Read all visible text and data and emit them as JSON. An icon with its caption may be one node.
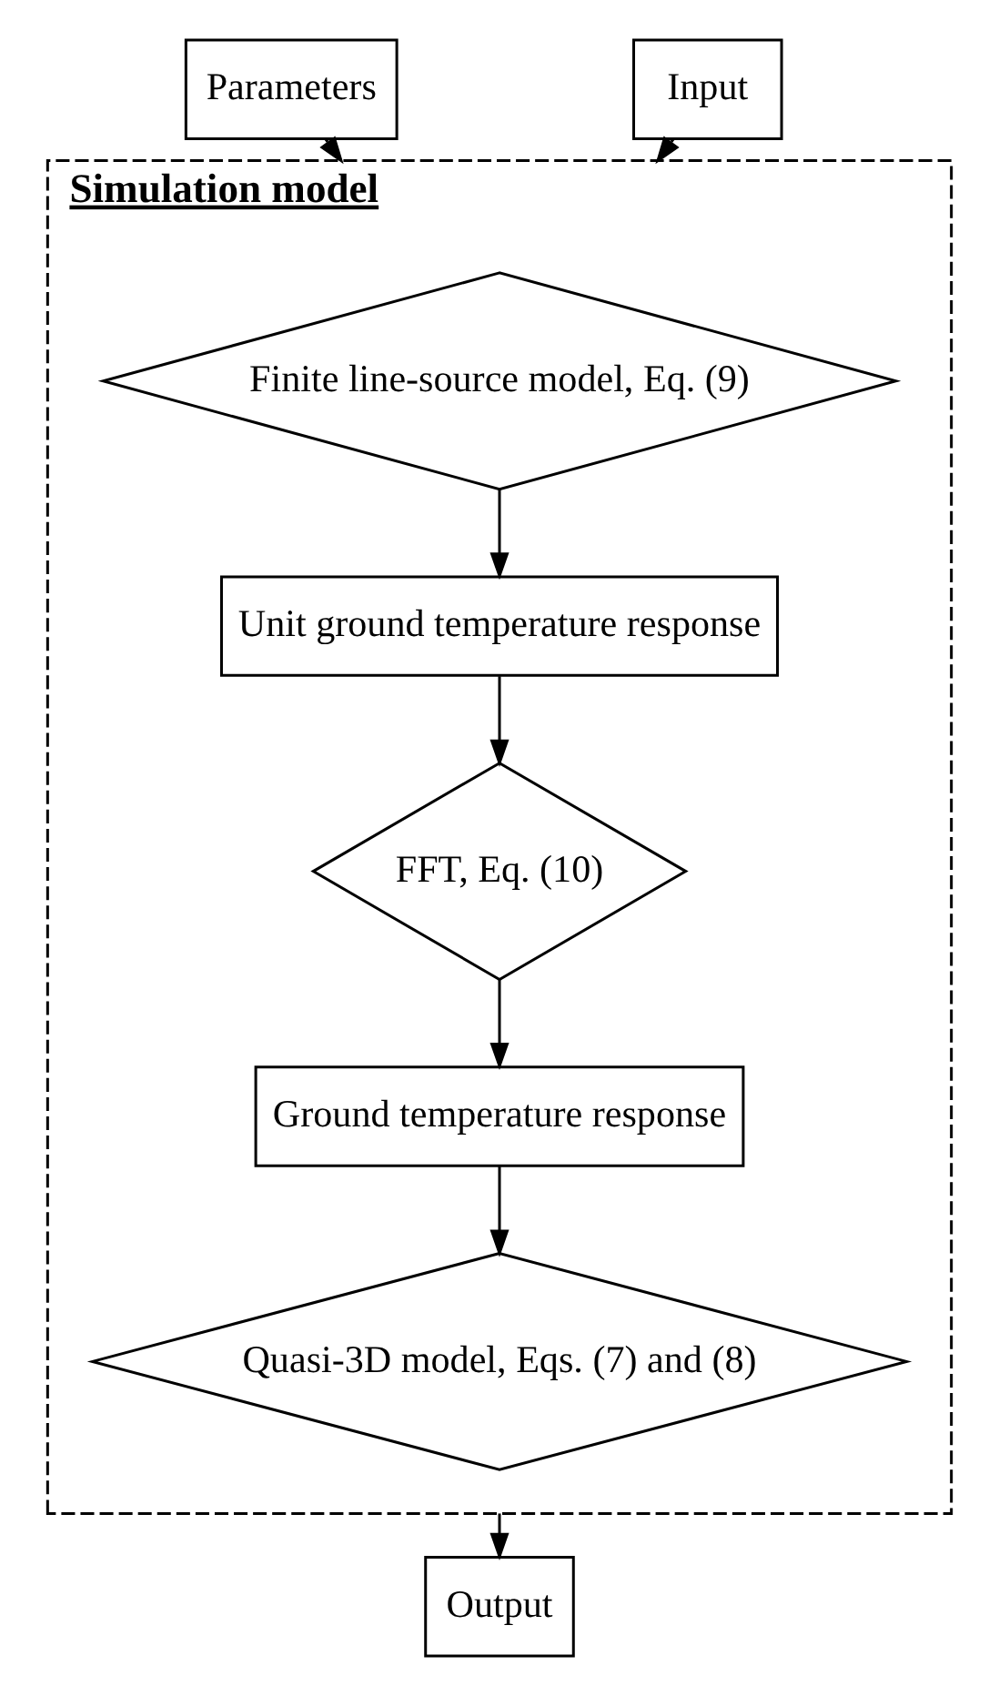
{
  "diagram": {
    "nodes": [
      {
        "text": [
          "Parameters"
        ]
      },
      {
        "text": [
          "Input"
        ]
      },
      {
        "text": [
          "Simulation model"
        ]
      },
      {
        "text": [
          "Finite line-source model, Eq. (9)"
        ],
        "in": 2
      },
      {
        "text": [
          "Unit ground temperature response"
        ],
        "in": 2
      },
      {
        "text": [
          "FFT, Eq. (10)"
        ],
        "in": 2
      },
      {
        "text": [
          "Ground temperature response"
        ],
        "in": 2
      },
      {
        "text": [
          "Quasi-3D model, Eqs. (7) and (8)"
        ],
        "in": 2
      },
      {
        "text": [
          "Output"
        ]
      }
    ],
    "edges": [
      {
        "from": 0,
        "to": 2,
        "arrow": "to"
      },
      {
        "from": 1,
        "to": 2,
        "arrow": "to"
      },
      {
        "from": 3,
        "to": 4,
        "arrow": "to"
      },
      {
        "from": 4,
        "to": 5,
        "arrow": "to"
      },
      {
        "from": 5,
        "to": 6,
        "arrow": "to"
      },
      {
        "from": 6,
        "to": 7,
        "arrow": "to"
      },
      {
        "from": 2,
        "to": 8,
        "arrow": "to"
      }
    ]
  }
}
